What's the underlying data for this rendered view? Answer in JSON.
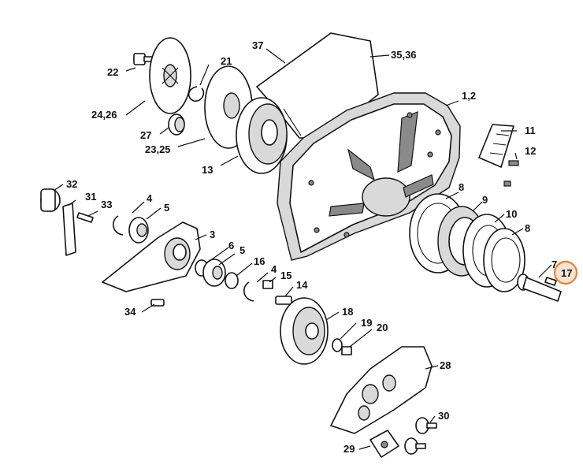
{
  "labels": {
    "l37": "37",
    "l3536": "35,36",
    "l22": "22",
    "l21": "21",
    "l2426": "24,26",
    "l27": "27",
    "l2325": "23,25",
    "l13": "13",
    "l12a": "1,2",
    "l11": "11",
    "l12": "12",
    "l32": "32",
    "l31": "31",
    "l33": "33",
    "l4a": "4",
    "l5a": "5",
    "l3": "3",
    "l6": "6",
    "l5b": "5",
    "l16": "16",
    "l4b": "4",
    "l15": "15",
    "l14": "14",
    "l34": "34",
    "l8a": "8",
    "l9": "9",
    "l10": "10",
    "l8b": "8",
    "l7": "7",
    "l17": "17",
    "l18": "18",
    "l19": "19",
    "l20": "20",
    "l28": "28",
    "l30": "30",
    "l29": "29"
  },
  "highlight": {
    "label": "17",
    "color": "#e8842a"
  }
}
